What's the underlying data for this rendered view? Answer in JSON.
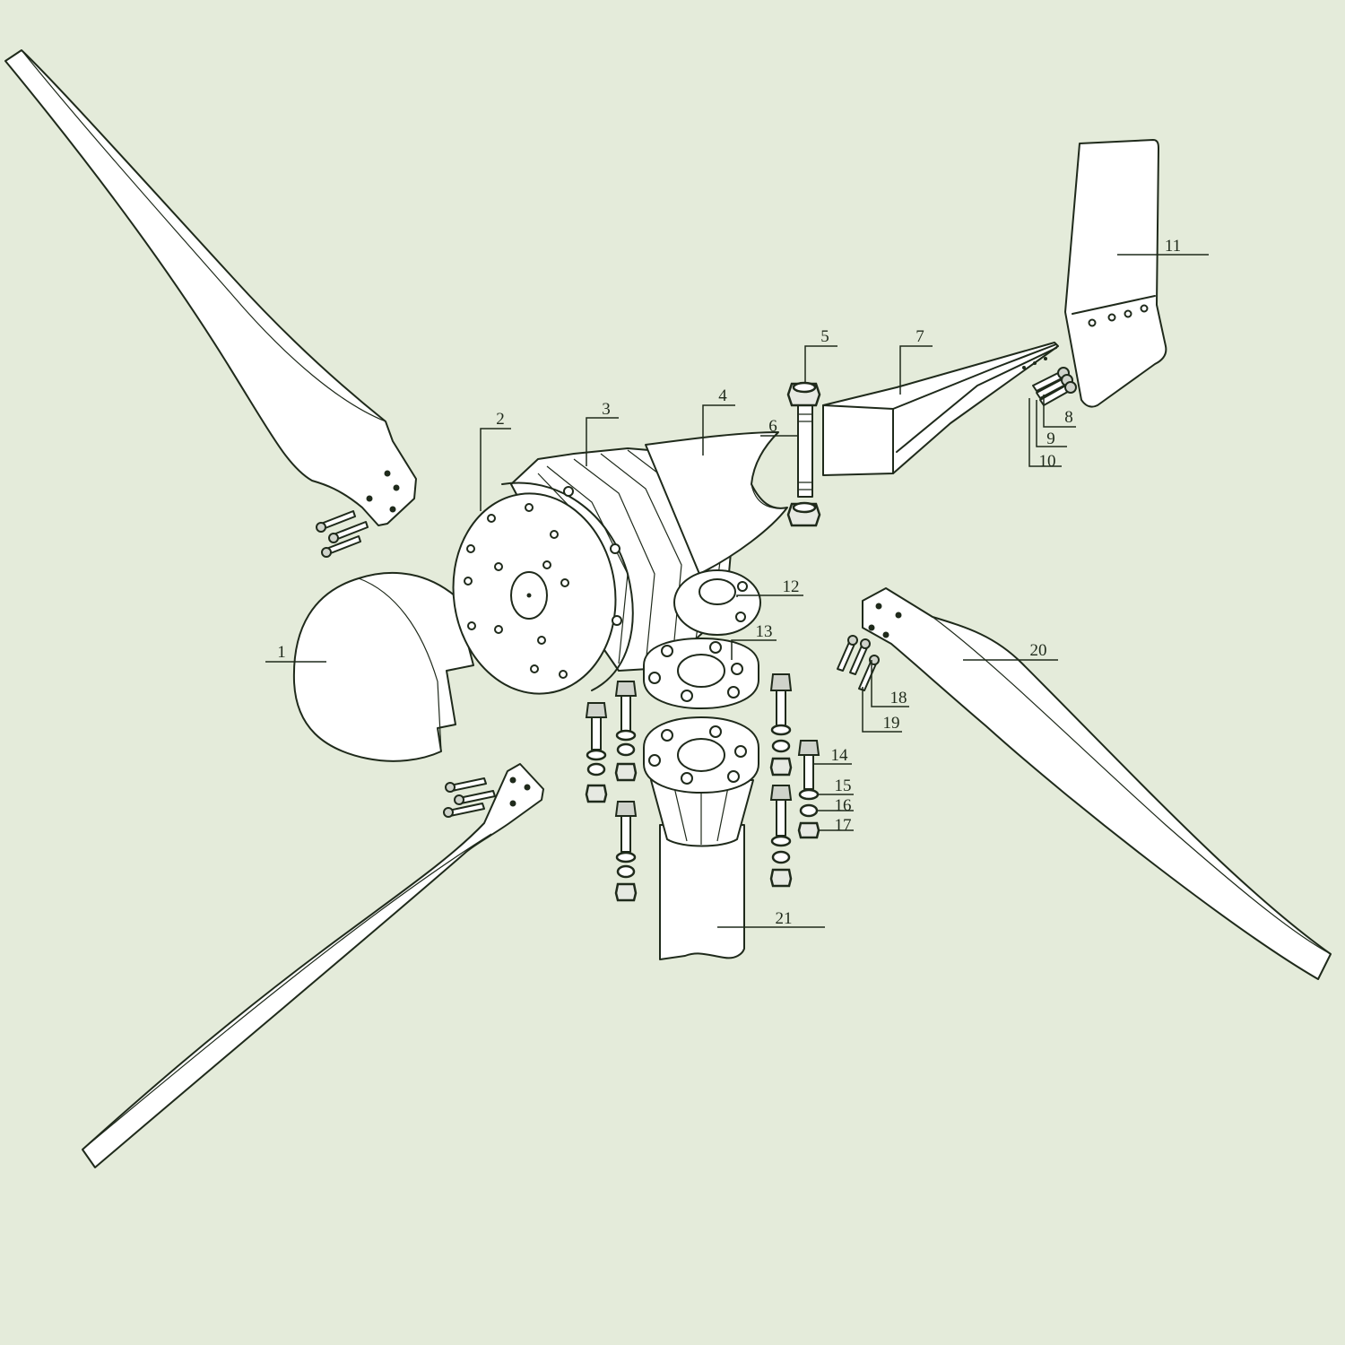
{
  "colors": {
    "background": "#e4ebda",
    "line": "#1f2a1b",
    "fill": "#ffffff"
  },
  "callouts": [
    {
      "id": "c1",
      "label": "1"
    },
    {
      "id": "c2",
      "label": "2"
    },
    {
      "id": "c3",
      "label": "3"
    },
    {
      "id": "c4",
      "label": "4"
    },
    {
      "id": "c5",
      "label": "5"
    },
    {
      "id": "c6",
      "label": "6"
    },
    {
      "id": "c7",
      "label": "7"
    },
    {
      "id": "c8",
      "label": "8"
    },
    {
      "id": "c9",
      "label": "9"
    },
    {
      "id": "c10",
      "label": "10"
    },
    {
      "id": "c11",
      "label": "11"
    },
    {
      "id": "c12",
      "label": "12"
    },
    {
      "id": "c13",
      "label": "13"
    },
    {
      "id": "c14",
      "label": "14"
    },
    {
      "id": "c15",
      "label": "15"
    },
    {
      "id": "c16",
      "label": "16"
    },
    {
      "id": "c17",
      "label": "17"
    },
    {
      "id": "c18",
      "label": "18"
    },
    {
      "id": "c19",
      "label": "19"
    },
    {
      "id": "c20",
      "label": "20"
    },
    {
      "id": "c21",
      "label": "21"
    }
  ]
}
